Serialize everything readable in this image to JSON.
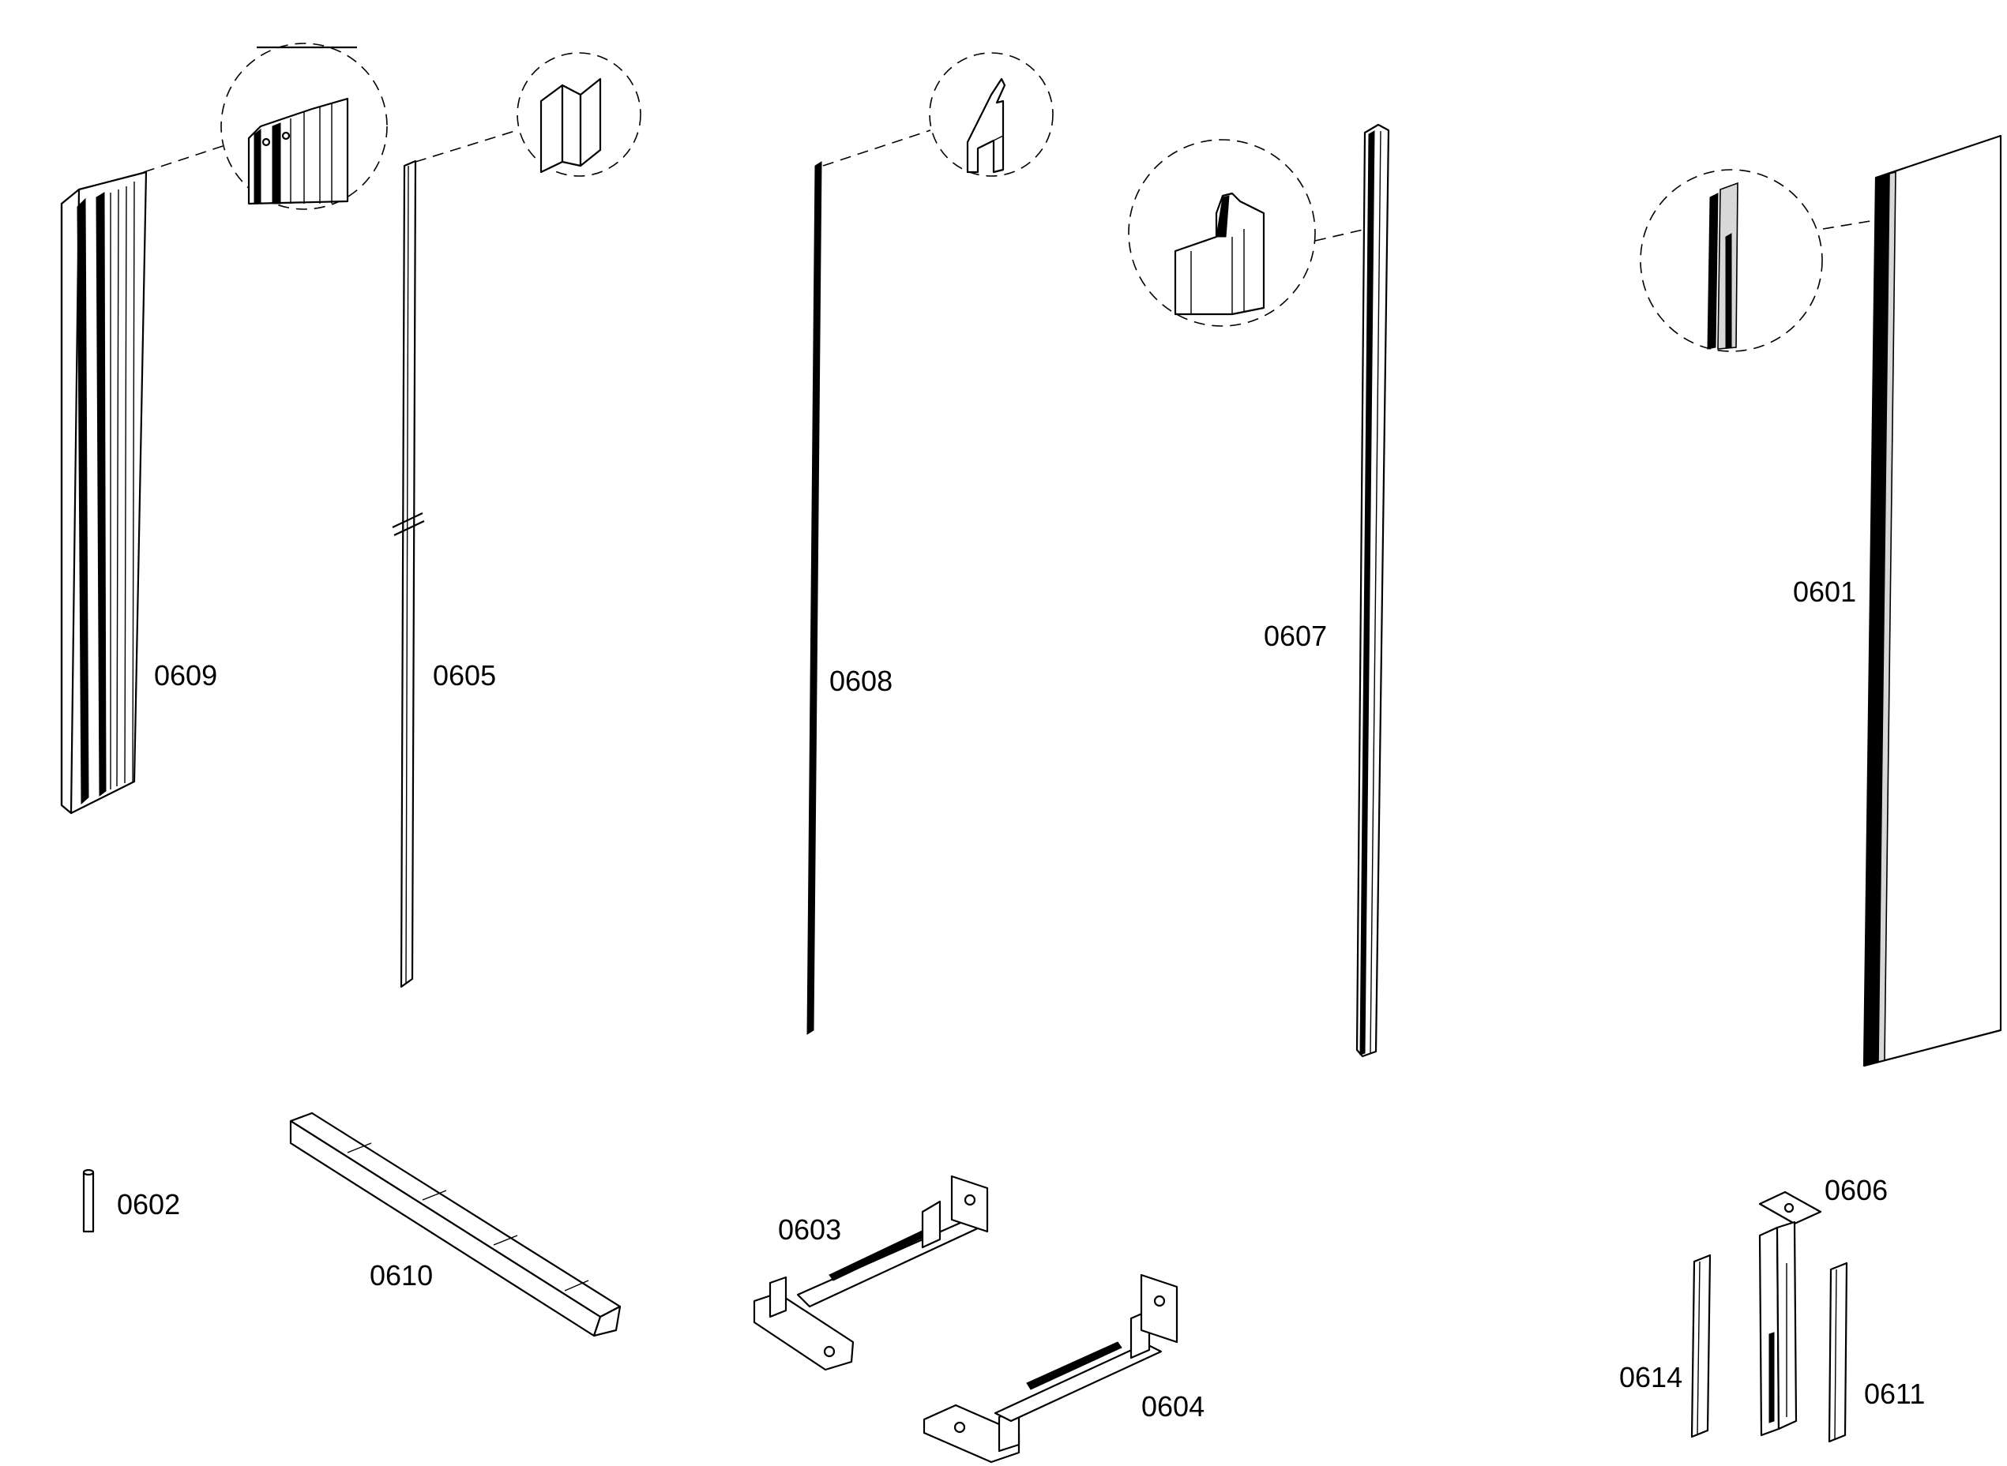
{
  "parts": {
    "p0609": "0609",
    "p0605": "0605",
    "p0608": "0608",
    "p0607": "0607",
    "p0601": "0601",
    "p0602": "0602",
    "p0610": "0610",
    "p0603": "0603",
    "p0604": "0604",
    "p0606": "0606",
    "p0614": "0614",
    "p0611": "0611"
  }
}
